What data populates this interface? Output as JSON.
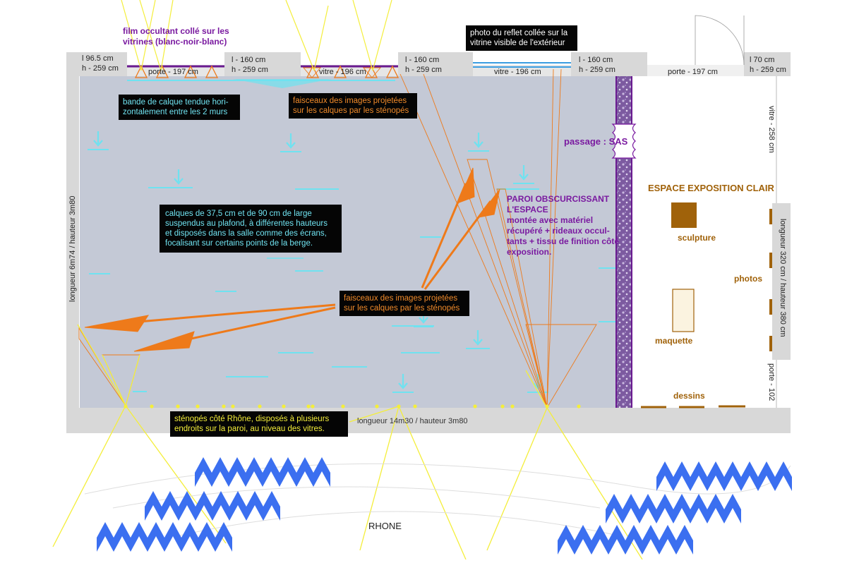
{
  "colors": {
    "room_fill": "#c4c9d6",
    "wall_gray": "#d8d8d8",
    "cyan": "#6fe2f0",
    "orange": "#ee7a1a",
    "yellow": "#f4ee3a",
    "purple": "#7a1aa0",
    "brown": "#a0620a",
    "water_blue": "#3b6ff0"
  },
  "top_wall": {
    "segments": [
      {
        "line1": "l  96.5 cm",
        "line2": "h - 259 cm"
      },
      {
        "line1": "porte - 197 cm"
      },
      {
        "line1": "l - 160 cm",
        "line2": "h - 259 cm"
      },
      {
        "line1": "vitre - 196 cm"
      },
      {
        "line1": "l - 160 cm",
        "line2": "h - 259 cm"
      },
      {
        "line1": "vitre - 196 cm"
      },
      {
        "line1": "l - 160 cm",
        "line2": "h - 259 cm"
      },
      {
        "line1": "porte - 197 cm"
      },
      {
        "line1": "l  70 cm",
        "line2": "h - 259 cm"
      }
    ]
  },
  "left_wall_label": "longueur 6m74  /  hauteur 3m80",
  "bottom_wall_label": "longueur 14m30  /  hauteur 3m80",
  "right_wall": {
    "vitre": "vitre - 258 cm",
    "longueur": "longueur 320 cm / hauteur 380 cm",
    "porte": "porte - 102"
  },
  "notes": {
    "film": "film occultant collé sur les vitrines (blanc-noir-blanc)",
    "photo_reflet": "photo du reflet collée sur la vitrine visible de l'extérieur",
    "bande_calque": "bande de calque tendue hori- zontalement entre les 2 murs",
    "faisceaux_top": "faisceaux des images projetées sur les calques par les sténopés",
    "calques": "calques de 37,5 cm et de 90 cm de large suspendus au plafond, à différentes hauteurs et disposés dans la salle comme des écrans, focalisant sur certains points de la berge.",
    "faisceaux_mid": "faisceaux des images projetées sur les calques par les sténopés",
    "stenopes": "sténopés côté Rhône, disposés à plusieurs endroits sur la paroi, au niveau des vitres.",
    "paroi_title": "PAROI OBSCURCISSANT L'ESPACE",
    "paroi_body": "montée avec matériel récupéré + rideaux occul- tants + tissu de finition côté exposition.",
    "passage": "passage : SAS"
  },
  "exhibit": {
    "title": "ESPACE EXPOSITION CLAIR",
    "sculpture": "sculpture",
    "photos": "photos",
    "maquette": "maquette",
    "dessins": "dessins"
  },
  "river_label": "RHONE"
}
